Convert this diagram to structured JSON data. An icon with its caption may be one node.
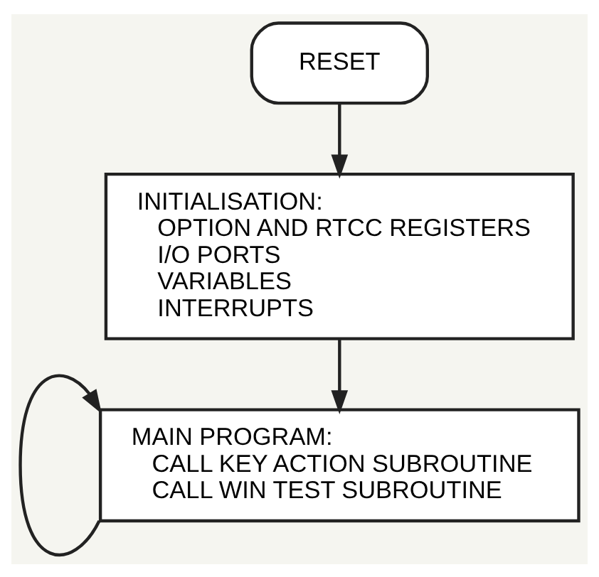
{
  "diagram": {
    "nodes": [
      {
        "text": [
          "RESET"
        ]
      },
      {
        "text": [
          "INITIALISATION:",
          "OPTION AND RTCC REGISTERS",
          "I/O PORTS",
          "VARIABLES",
          "INTERRUPTS"
        ]
      },
      {
        "text": [
          "MAIN PROGRAM:",
          "CALL KEY ACTION SUBROUTINE",
          "CALL WIN TEST SUBROUTINE"
        ]
      }
    ],
    "edges": [
      {
        "from": 0,
        "to": 1,
        "arrow": "to"
      },
      {
        "from": 1,
        "to": 2,
        "arrow": "to"
      },
      {
        "from": 2,
        "to": 2,
        "arrow": "to"
      }
    ]
  }
}
